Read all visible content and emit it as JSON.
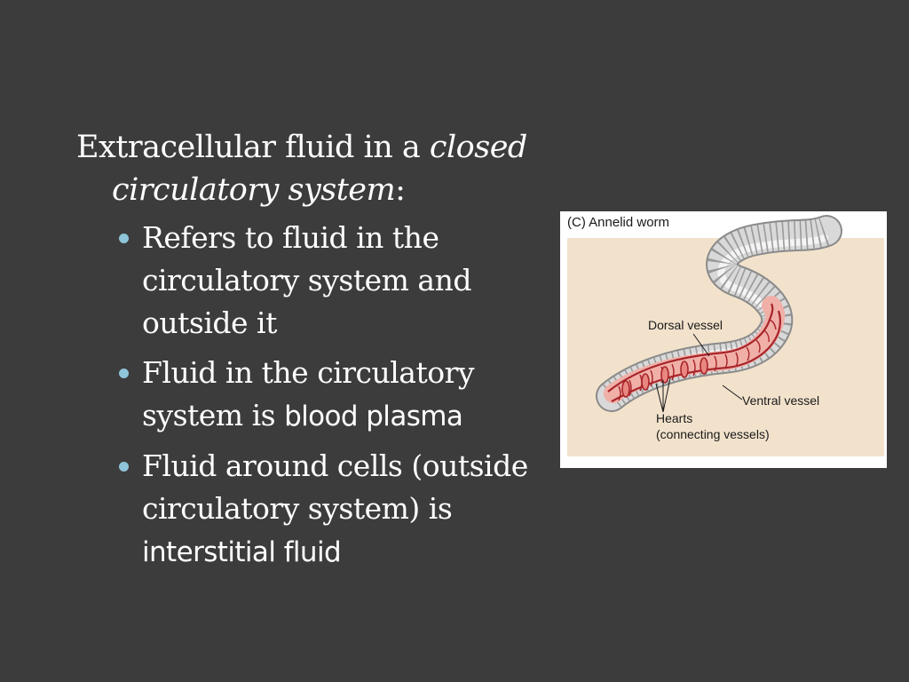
{
  "slide": {
    "heading_prefix": "Extracellular fluid in a ",
    "heading_emphasis": "closed circulatory system",
    "heading_suffix": ":",
    "bullets": [
      {
        "text": "Refers to fluid in the circulatory system and outside it",
        "emphasis": ""
      },
      {
        "text": "Fluid in the circulatory system is ",
        "emphasis": "blood plasma"
      },
      {
        "text": "Fluid around cells (outside circulatory system) is ",
        "emphasis": "interstitial fluid"
      }
    ]
  },
  "figure": {
    "caption": "(C)  Annelid worm",
    "labels": {
      "dorsal": "Dorsal vessel",
      "ventral": "Ventral vessel",
      "hearts_line1": "Hearts",
      "hearts_line2": "(connecting vessels)"
    },
    "colors": {
      "panel": "#f2e2cc",
      "worm_body": "#d9d9d9",
      "worm_tissue": "#f0b0a8",
      "vessel": "#a8242a"
    }
  }
}
